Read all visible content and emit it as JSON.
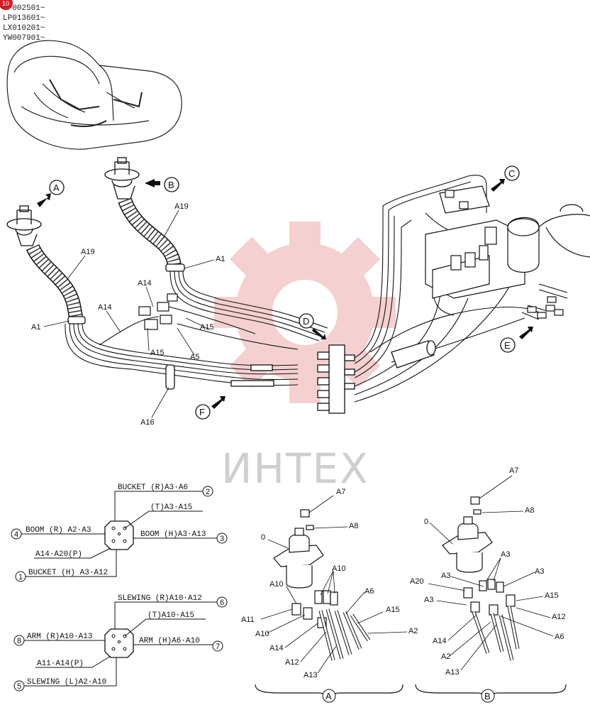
{
  "serials": [
    "LP002501~",
    "LP013601~",
    "LX010201~",
    "YW007901~"
  ],
  "badge": "10",
  "watermark": "ИНТЕХ",
  "colors": {
    "line": "#1a1a1a",
    "watermark_gear": "#f4c8c8",
    "badge": "#d21f2b"
  },
  "views": {
    "A": "A",
    "B": "B",
    "C": "C",
    "D": "D",
    "E": "E",
    "F": "F"
  },
  "parts": {
    "A19a": "A19",
    "A19b": "A19",
    "A1a": "A1",
    "A1b": "A1",
    "A14a": "A14",
    "A14b": "A14",
    "A15a": "A15",
    "A15b": "A15",
    "A5": "A5",
    "A16": "A16"
  },
  "port_left": {
    "bucket_r": "BUCKET (R)A3·A6",
    "t": "(T)A3·A15",
    "boom_r": "BOOM (R) A2·A3",
    "boom_h": "BOOM (H)A3·A13",
    "p": "A14·A20(P)",
    "bucket_h": "BUCKET (H) A3·A12",
    "n2": "2",
    "n4": "4",
    "n3": "3",
    "n1": "1"
  },
  "port_right": {
    "slewing_r": "SLEWING (R)A10·A12",
    "t": "(T)A10·A15",
    "arm_r": "ARM (R)A10·A13",
    "arm_h": "ARM (H)A6·A10",
    "p": "A11·A14(P)",
    "slewing_l": "SLEWING (L)A2·A10",
    "n6": "6",
    "n8": "8",
    "n7": "7",
    "n5": "5"
  },
  "detail_a": {
    "A7": "A7",
    "A8": "A8",
    "zero": "0",
    "A10a": "A10",
    "A10b": "A10",
    "A10c": "A10",
    "A6": "A6",
    "A15": "A15",
    "A11": "A11",
    "A2": "A2",
    "A14": "A14",
    "A12": "A12",
    "A13": "A13",
    "caption": "A"
  },
  "detail_b": {
    "A7": "A7",
    "A8": "A8",
    "zero": "0",
    "A3a": "A3",
    "A3b": "A3",
    "A3c": "A3",
    "A3d": "A3",
    "A20": "A20",
    "A15": "A15",
    "A12": "A12",
    "A6": "A6",
    "A14": "A14",
    "A2": "A2",
    "A13": "A13",
    "caption": "B"
  }
}
